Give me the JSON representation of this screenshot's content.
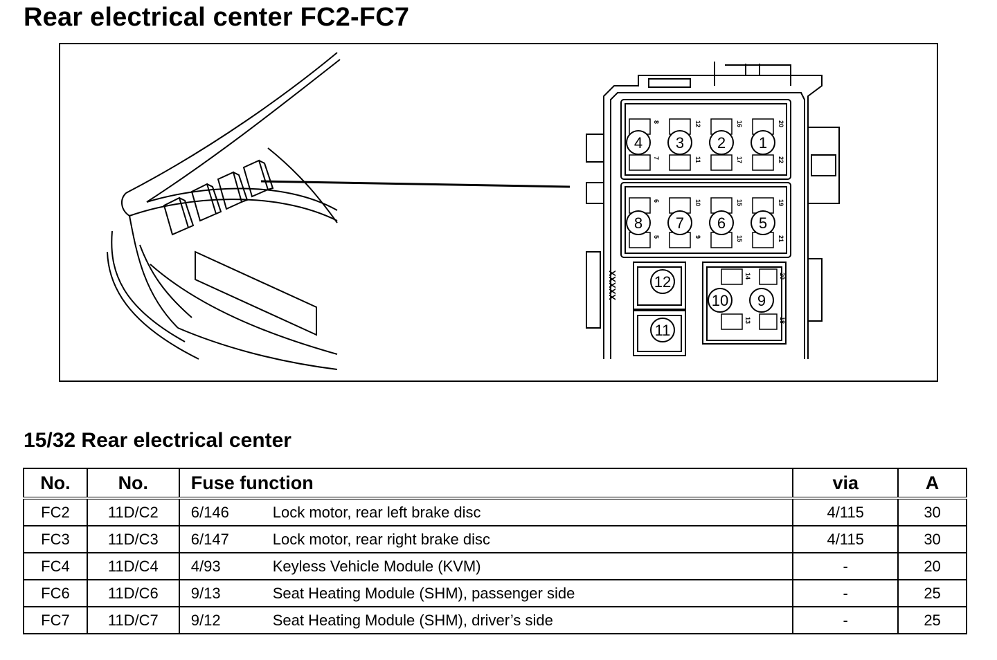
{
  "title": "Rear electrical center FC2-FC7",
  "diagram": {
    "fuse_positions": [
      "1",
      "2",
      "3",
      "4",
      "5",
      "6",
      "7",
      "8",
      "9",
      "10",
      "11",
      "12"
    ],
    "small_labels_top": [
      "8",
      "12",
      "16",
      "20",
      "7",
      "11",
      "17",
      "22"
    ],
    "small_labels_mid": [
      "6",
      "10",
      "15",
      "19",
      "5",
      "9",
      "15",
      "21"
    ],
    "small_labels_bottom": [
      "14",
      "20",
      "13",
      "18"
    ],
    "housing_marking": "XXXXX"
  },
  "section_title": "15/32 Rear electrical center",
  "table": {
    "headers": {
      "no1": "No.",
      "no2": "No.",
      "function": "Fuse function",
      "via": "via",
      "amp": "A"
    },
    "rows": [
      {
        "no1": "FC2",
        "no2": "11D/C2",
        "code": "6/146",
        "function": "Lock motor, rear left brake disc",
        "via": "4/115",
        "amp": "30"
      },
      {
        "no1": "FC3",
        "no2": "11D/C3",
        "code": "6/147",
        "function": "Lock motor, rear right brake disc",
        "via": "4/115",
        "amp": "30"
      },
      {
        "no1": "FC4",
        "no2": "11D/C4",
        "code": "4/93",
        "function": "Keyless Vehicle Module (KVM)",
        "via": "-",
        "amp": "20"
      },
      {
        "no1": "FC6",
        "no2": "11D/C6",
        "code": "9/13",
        "function": "Seat Heating Module (SHM), passenger side",
        "via": "-",
        "amp": "25"
      },
      {
        "no1": "FC7",
        "no2": "11D/C7",
        "code": "9/12",
        "function": "Seat Heating Module (SHM), driver’s side",
        "via": "-",
        "amp": "25"
      }
    ]
  }
}
